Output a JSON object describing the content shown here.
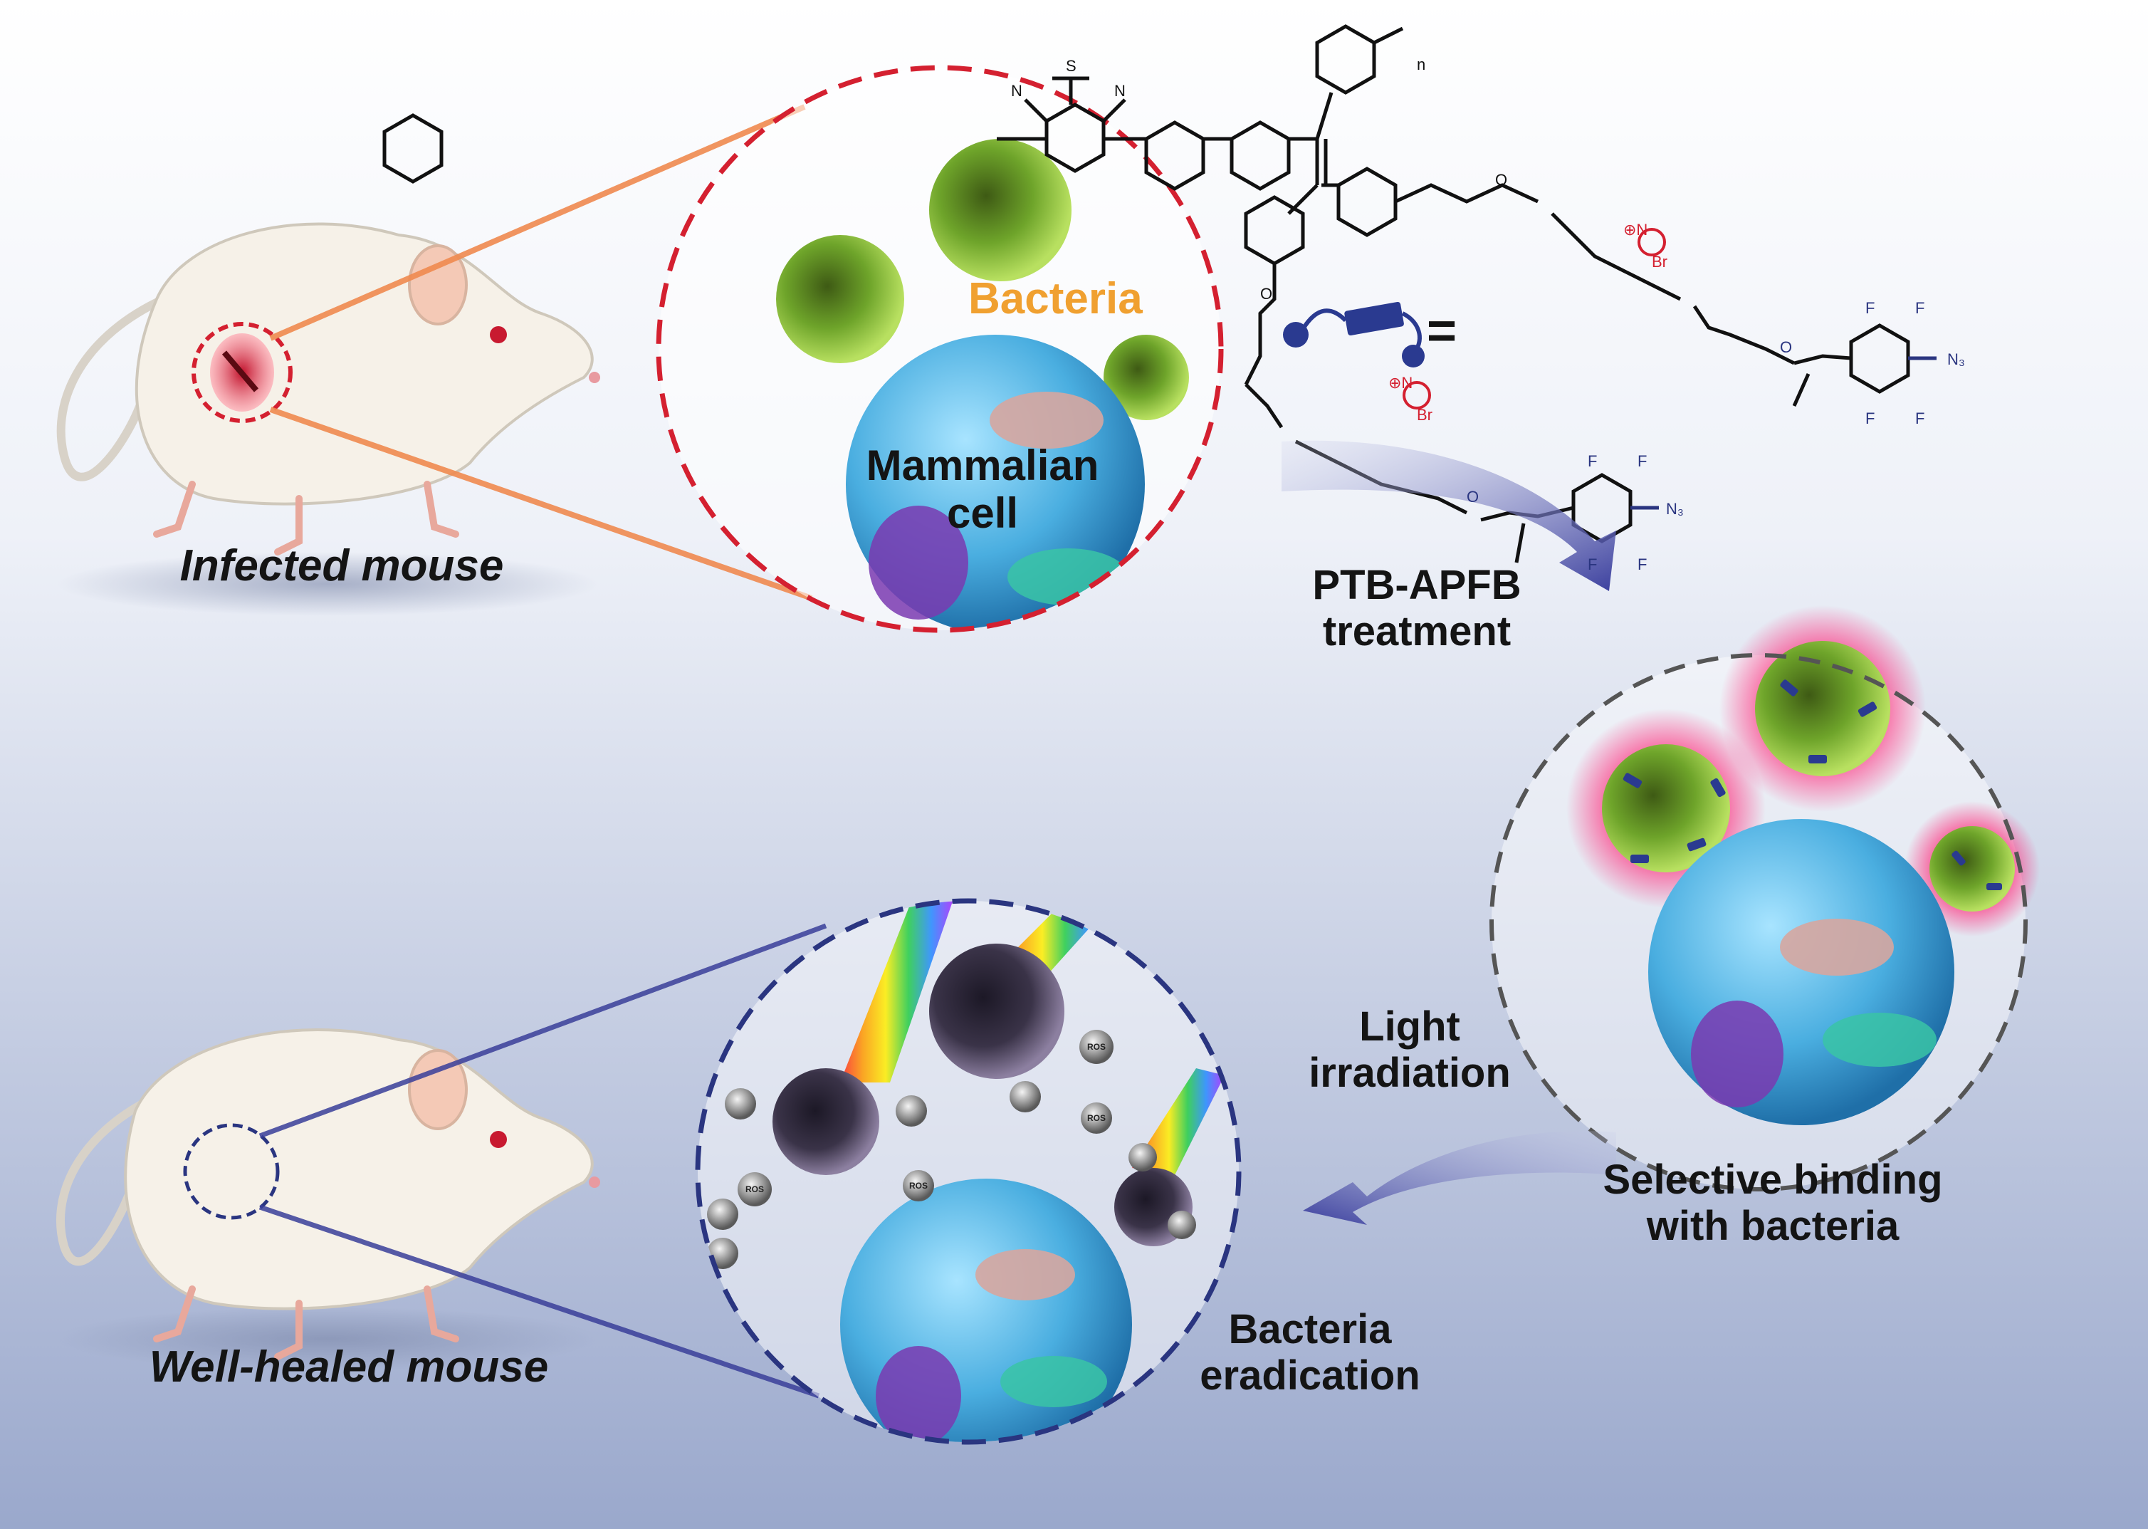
{
  "labels": {
    "infected": "Infected mouse",
    "healed": "Well-healed mouse",
    "bacteria": "Bacteria",
    "mammalian_1": "Mammalian",
    "mammalian_2": "cell",
    "treatment_1": "PTB-APFB",
    "treatment_2": "treatment",
    "light_1": "Light",
    "light_2": "irradiation",
    "selective_1": "Selective binding",
    "selective_2": "with bacteria",
    "eradication_1": "Bacteria",
    "eradication_2": "eradication",
    "equals": "=",
    "ros": "ROS"
  },
  "chemistry": {
    "atom_s": "S",
    "atom_n": "N",
    "atom_o": "O",
    "atom_f": "F",
    "n3": "N₃",
    "br": "Br",
    "n_repeat": "n",
    "ammonium": "⊕N"
  },
  "colors": {
    "bg_top": "#ffffff",
    "bg_bottom": "#9aa8cc",
    "bacteria_label": "#f0a030",
    "infected_ring": "#d42030",
    "healed_ring": "#2a3580",
    "binding_ring": "#555555",
    "arrow": "#4a4faa",
    "bacterium": "#8cc83a",
    "dead_bacterium": "#3a3348",
    "cell": "#58b8e8",
    "glow": "#ff2a7a"
  }
}
